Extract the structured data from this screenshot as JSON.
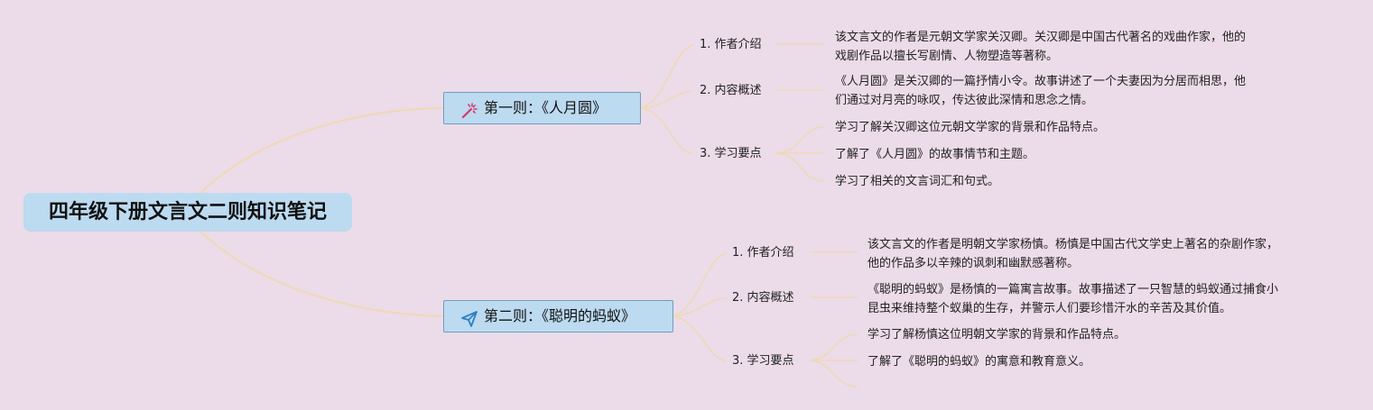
{
  "root": {
    "title": "四年级下册文言文二则知识笔记"
  },
  "branches": [
    {
      "title": "第一则：《人月圆》",
      "icon": "magic-wand-icon",
      "icon_color": "#d9376e",
      "subs": [
        {
          "label": "1. 作者介绍",
          "leaves": [
            [
              "该文言文的作者是元朝文学家关汉卿。关汉卿是中国古代著名的戏曲作家，他的",
              "戏剧作品以擅长写剧情、人物塑造等著称。"
            ]
          ]
        },
        {
          "label": "2. 内容概述",
          "leaves": [
            [
              "《人月圆》是关汉卿的一篇抒情小令。故事讲述了一个夫妻因为分居而相思，他",
              "们通过对月亮的咏叹，传达彼此深情和思念之情。"
            ]
          ]
        },
        {
          "label": "3. 学习要点",
          "leaves": [
            [
              "学习了解关汉卿这位元朝文学家的背景和作品特点。"
            ],
            [
              "了解了《人月圆》的故事情节和主题。"
            ],
            [
              "学习了相关的文言词汇和句式。"
            ]
          ]
        }
      ]
    },
    {
      "title": "第二则：《聪明的蚂蚁》",
      "icon": "paper-plane-icon",
      "icon_color": "#2f7fc1",
      "subs": [
        {
          "label": "1. 作者介绍",
          "leaves": [
            [
              "该文言文的作者是明朝文学家杨慎。杨慎是中国古代文学史上著名的杂剧作家，",
              "他的作品多以辛辣的讽刺和幽默感著称。"
            ]
          ]
        },
        {
          "label": "2. 内容概述",
          "leaves": [
            [
              "《聪明的蚂蚁》是杨慎的一篇寓言故事。故事描述了一只智慧的蚂蚁通过捕食小",
              "昆虫来维持整个蚁巢的生存，并警示人们要珍惜汗水的辛苦及其价值。"
            ]
          ]
        },
        {
          "label": "3. 学习要点",
          "leaves": [
            [
              "学习了解杨慎这位明朝文学家的背景和作品特点。"
            ],
            [
              "了解了《聪明的蚂蚁》的寓意和教育意义。"
            ],
            []
          ]
        }
      ]
    }
  ],
  "colors": {
    "background": "#ecdbe8",
    "connector": "#eed9b5",
    "node_fill": "#bcdaf0",
    "node_border": "#6e9fbf"
  }
}
